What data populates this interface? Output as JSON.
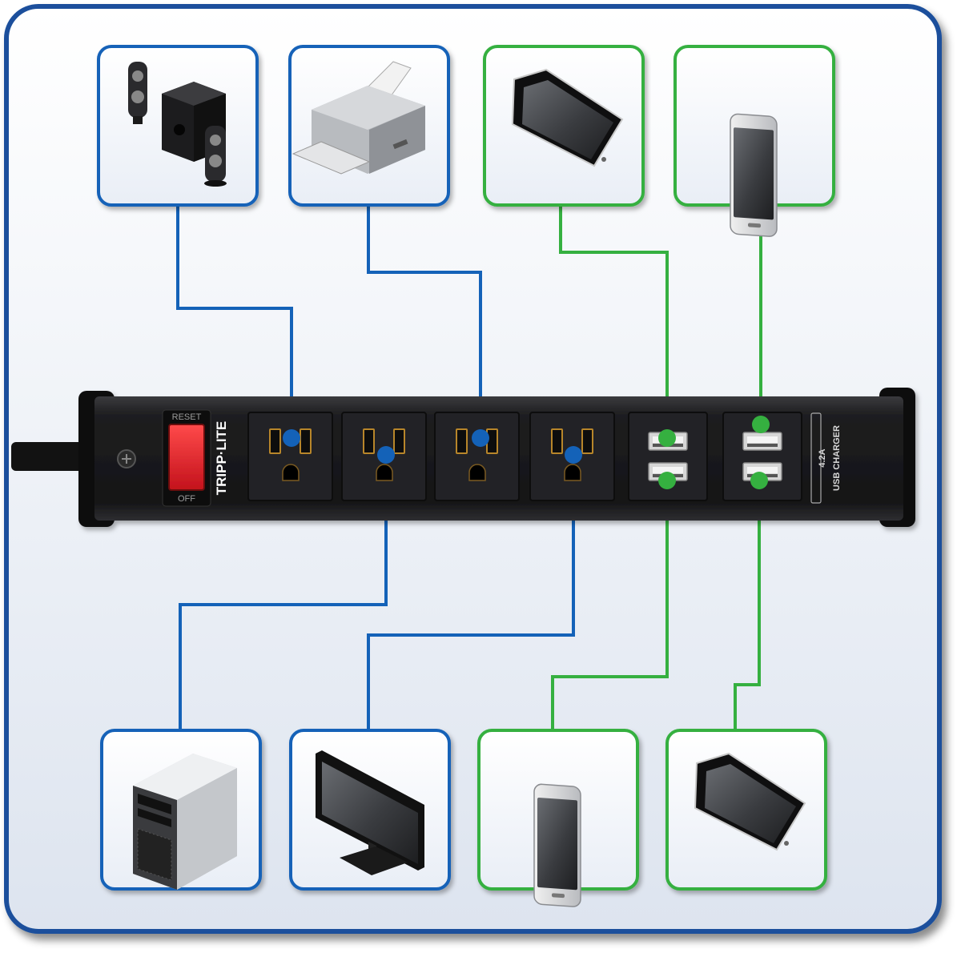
{
  "colors": {
    "frame_border": "#1a4f9c",
    "frame_bg_top": "#ffffff",
    "frame_bg_bottom": "#dde4ef",
    "ac_line": "#1462b8",
    "usb_line": "#35b040",
    "strip_body": "#1c1c1e",
    "rocker": "#e0202a"
  },
  "power_strip": {
    "brand": "TRIPP·LITE",
    "switch_top_label": "RESET",
    "switch_bottom_label": "OFF",
    "usb_rating": "4.2A",
    "usb_label": "USB CHARGER"
  },
  "devices_top": [
    {
      "icon": "speakers-icon",
      "port_type": "ac"
    },
    {
      "icon": "printer-icon",
      "port_type": "ac"
    },
    {
      "icon": "tablet-icon",
      "port_type": "usb"
    },
    {
      "icon": "smartphone-icon",
      "port_type": "usb"
    }
  ],
  "devices_bottom": [
    {
      "icon": "desktop-tower-icon",
      "port_type": "ac"
    },
    {
      "icon": "monitor-icon",
      "port_type": "ac"
    },
    {
      "icon": "smartphone-icon",
      "port_type": "usb"
    },
    {
      "icon": "tablet-icon",
      "port_type": "usb"
    }
  ]
}
